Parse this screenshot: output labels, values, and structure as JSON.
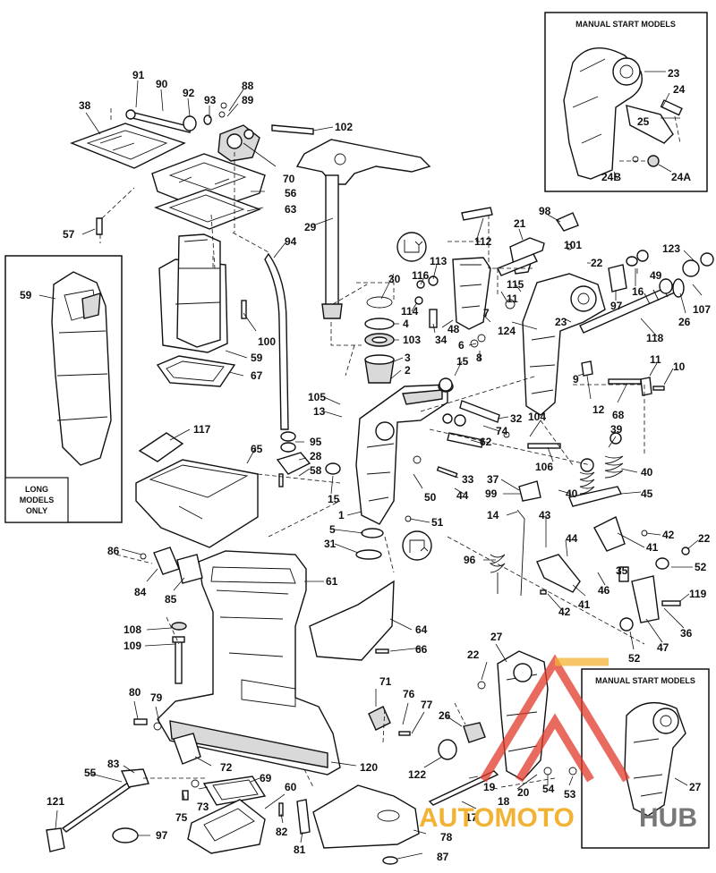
{
  "diagram": {
    "inset_top_right_title": "MANUAL START MODELS",
    "inset_bottom_right_title": "MANUAL START MODELS",
    "inset_left_note": "LONG\nMODELS\nONLY",
    "watermark": {
      "text_left": "AUTOMOTO",
      "text_right": "HUB",
      "color_primary": "#e23a2a",
      "color_secondary": "#f2b233"
    },
    "callouts": {
      "c91": "91",
      "c90": "90",
      "c92": "92",
      "c93": "93",
      "c88": "88",
      "c89": "89",
      "c38": "38",
      "c102": "102",
      "c70": "70",
      "c56": "56",
      "c63": "63",
      "c57": "57",
      "c29": "29",
      "c94": "94",
      "c100": "100",
      "c59a": "59",
      "c67": "67",
      "c59b": "59",
      "c117": "117",
      "c65": "65",
      "c95": "95",
      "c28": "28",
      "c58": "58",
      "c105": "105",
      "c13": "13",
      "c15a": "15",
      "c1": "1",
      "c5": "5",
      "c31": "31",
      "c30": "30",
      "c4": "4",
      "c103": "103",
      "c3": "3",
      "c2": "2",
      "c112": "112",
      "c113": "113",
      "c116": "116",
      "c114": "114",
      "c34": "34",
      "c48": "48",
      "c7": "7",
      "c6": "6",
      "c8": "8",
      "c15b": "15",
      "c21": "21",
      "c98": "98",
      "c101": "101",
      "c22a": "22",
      "c115": "115",
      "c11a": "11",
      "c124": "124",
      "c23a": "23",
      "c97a": "97",
      "c16": "16",
      "c49": "49",
      "c123": "123",
      "c107": "107",
      "c26a": "26",
      "c118": "118",
      "c9": "9",
      "c12": "12",
      "c68": "68",
      "c11b": "11",
      "c10": "10",
      "c32": "32",
      "c74": "74",
      "c62": "62",
      "c104": "104",
      "c106": "106",
      "c39": "39",
      "c40a": "40",
      "c40b": "40",
      "c45": "45",
      "c33": "33",
      "c50": "50",
      "c44a": "44",
      "c37": "37",
      "c99": "99",
      "c51": "51",
      "c14": "14",
      "c43": "43",
      "c44b": "44",
      "c42a": "42",
      "c41a": "41",
      "c96": "96",
      "c46": "46",
      "c41b": "41",
      "c42b": "42",
      "c22b": "22",
      "c52a": "52",
      "c35": "35",
      "c119": "119",
      "c36": "36",
      "c47": "47",
      "c52b": "52",
      "c86": "86",
      "c84": "84",
      "c85": "85",
      "c61": "61",
      "c64": "64",
      "c66": "66",
      "c108": "108",
      "c109": "109",
      "c80": "80",
      "c79": "79",
      "c71": "71",
      "c76": "76",
      "c77": "77",
      "c26b": "26",
      "c27a": "27",
      "c22c": "22",
      "c72": "72",
      "c120": "120",
      "c55": "55",
      "c83": "83",
      "c69": "69",
      "c60": "60",
      "c73": "73",
      "c75": "75",
      "c121": "121",
      "c97b": "97",
      "c82": "82",
      "c81": "81",
      "c78": "78",
      "c87": "87",
      "c122": "122",
      "c19": "19",
      "c18": "18",
      "c17": "17",
      "c20": "20",
      "c54": "54",
      "c53": "53",
      "c23b": "23",
      "c24": "24",
      "c25": "25",
      "c24b": "24B",
      "c24a": "24A",
      "c27b": "27"
    }
  }
}
